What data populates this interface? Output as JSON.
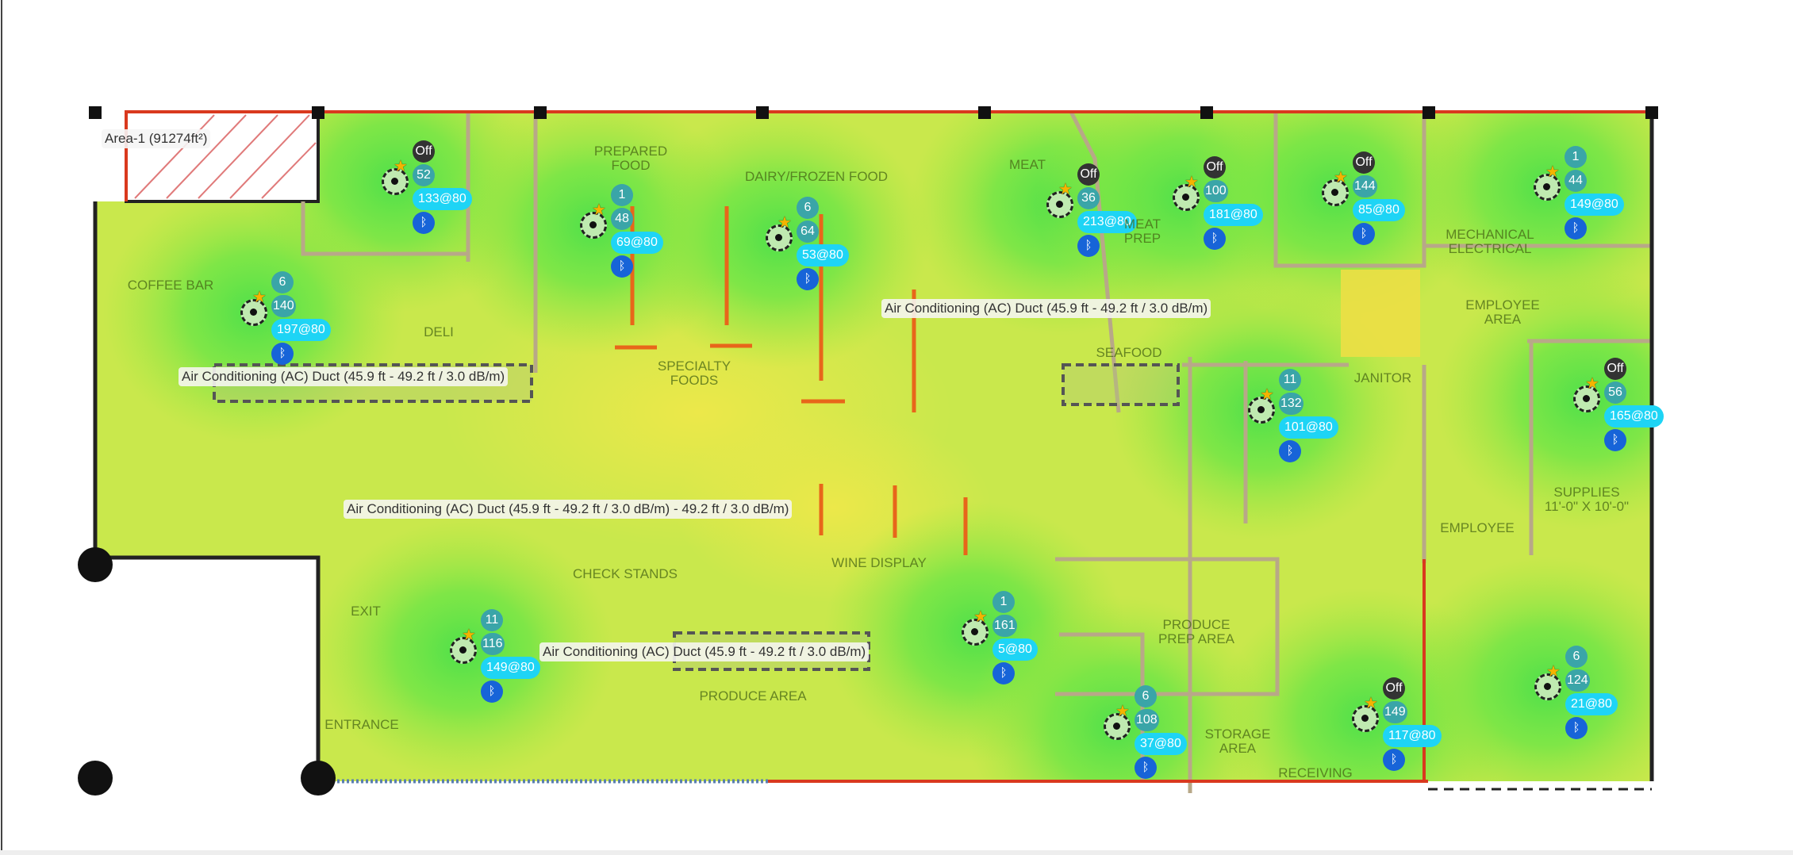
{
  "area_label": "Area-1 (91274ft²)",
  "duct_labels": [
    "Air Conditioning (AC) Duct (45.9 ft - 49.2 ft / 3.0 dB/m)",
    "Air Conditioning (AC) Duct (45.9 ft - 49.2 ft / 3.0 dB/m)",
    "Air Conditioning (AC) Duct (45.9 ft - 49.2 ft / 3.0 dB/m) - 49.2 ft / 3.0 dB/m)",
    "Air Conditioning (AC) Duct (45.9 ft - 49.2 ft / 3.0 dB/m)"
  ],
  "rooms": [
    "PREPARED\nFOOD",
    "DAIRY/FROZEN FOOD",
    "MEAT",
    "MEAT\nPREP",
    "MECHANICAL\nELECTRICAL",
    "COFFEE BAR",
    "DELI",
    "SPECIALTY\nFOODS",
    "SEAFOOD",
    "EMPLOYEE\nAREA",
    "JANITOR",
    "SUPPLIES\n11'-0\" X 10'-0\"",
    "EMPLOYEE",
    "CHECK STANDS",
    "WINE DISPLAY",
    "PRODUCE\nPREP AREA",
    "PRODUCE AREA",
    "STORAGE\nAREA",
    "RECEIVING",
    "ENTRANCE",
    "EXIT"
  ],
  "bluetooth_icon": "ᛒ",
  "access_points": [
    {
      "status": "Off",
      "channel": "52",
      "signal": "133@80"
    },
    {
      "status": "1",
      "channel": "48",
      "signal": "69@80"
    },
    {
      "status": "6",
      "channel": "64",
      "signal": "53@80"
    },
    {
      "status": "6",
      "channel": "140",
      "signal": "197@80"
    },
    {
      "status": "Off",
      "channel": "36",
      "signal": "213@80"
    },
    {
      "status": "Off",
      "channel": "100",
      "signal": "181@80"
    },
    {
      "status": "Off",
      "channel": "144",
      "signal": "85@80"
    },
    {
      "status": "1",
      "channel": "44",
      "signal": "149@80"
    },
    {
      "status": "11",
      "channel": "132",
      "signal": "101@80"
    },
    {
      "status": "Off",
      "channel": "56",
      "signal": "165@80"
    },
    {
      "status": "11",
      "channel": "116",
      "signal": "149@80"
    },
    {
      "status": "1",
      "channel": "161",
      "signal": "5@80"
    },
    {
      "status": "6",
      "channel": "108",
      "signal": "37@80"
    },
    {
      "status": "Off",
      "channel": "149",
      "signal": "117@80"
    },
    {
      "status": "6",
      "channel": "124",
      "signal": "21@80"
    }
  ],
  "colors": {
    "off": "#333333",
    "channel": "#3aa5a8",
    "signal": "#1ed4f5",
    "bluetooth": "#1764d8",
    "wall_red": "#d9391e"
  }
}
